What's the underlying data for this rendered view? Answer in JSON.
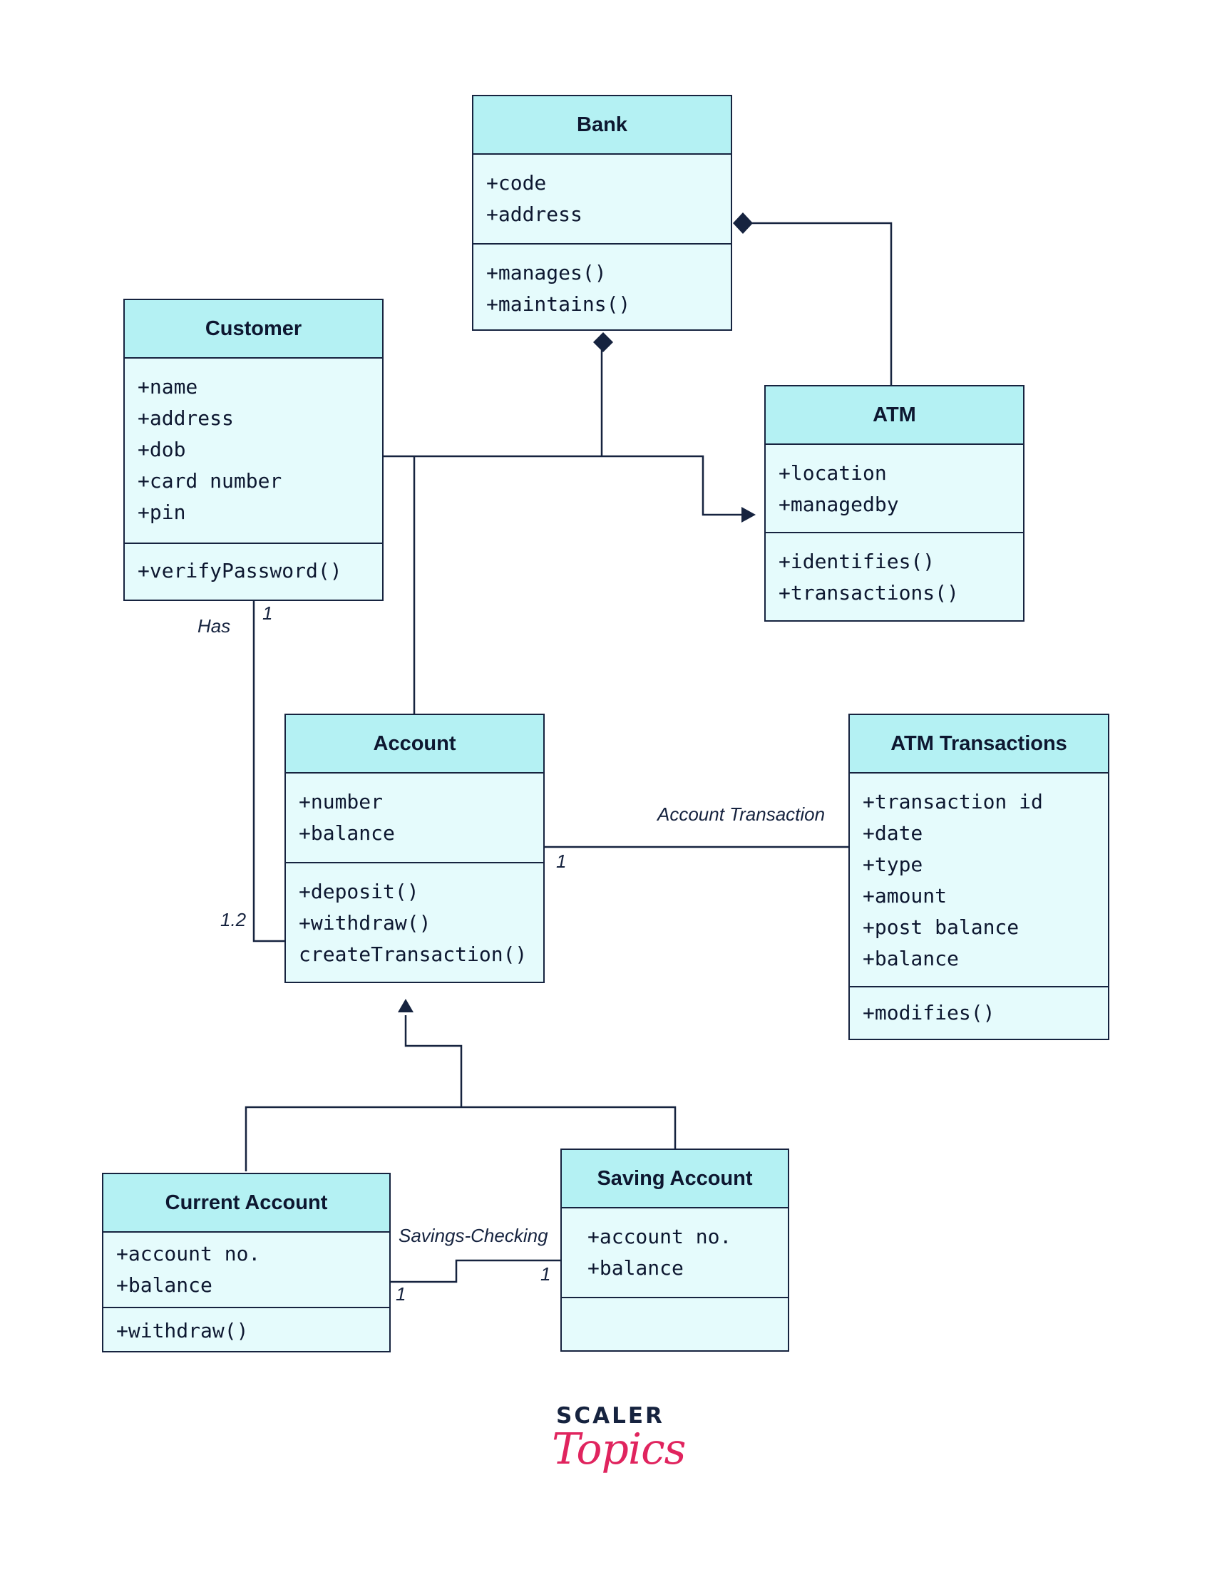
{
  "classes": {
    "bank": {
      "name": "Bank",
      "attributes": [
        "+code",
        "+address"
      ],
      "methods": [
        "+manages()",
        "+maintains()"
      ]
    },
    "customer": {
      "name": "Customer",
      "attributes": [
        "+name",
        "+address",
        "+dob",
        "+card number",
        "+pin"
      ],
      "methods": [
        "+verifyPassword()"
      ]
    },
    "atm": {
      "name": "ATM",
      "attributes": [
        "+location",
        "+managedby"
      ],
      "methods": [
        "+identifies()",
        "+transactions()"
      ]
    },
    "account": {
      "name": "Account",
      "attributes": [
        "+number",
        "+balance"
      ],
      "methods": [
        "+deposit()",
        "+withdraw()",
        "createTransaction()"
      ]
    },
    "atm_transactions": {
      "name": "ATM Transactions",
      "attributes": [
        "+transaction id",
        "+date",
        "+type",
        "+amount",
        "+post balance",
        "+balance"
      ],
      "methods": [
        "+modifies()"
      ]
    },
    "current_account": {
      "name": "Current Account",
      "attributes": [
        "+account no.",
        "+balance"
      ],
      "methods": [
        "+withdraw()"
      ]
    },
    "saving_account": {
      "name": "Saving Account",
      "attributes": [
        "+account no.",
        "+balance"
      ],
      "methods": []
    }
  },
  "labels": {
    "has": "Has",
    "has_mult_customer": "1",
    "has_mult_account": "1.2",
    "account_transaction": "Account Transaction",
    "account_transaction_mult": "1",
    "savings_checking": "Savings-Checking",
    "savings_checking_mult_current": "1",
    "savings_checking_mult_saving": "1"
  },
  "logo": {
    "line1": "SCALER",
    "line2": "Topics"
  },
  "colors": {
    "header": "#b4f1f3",
    "body": "#e5fbfc",
    "stroke": "#16233f",
    "logo_accent": "#e0245e"
  }
}
